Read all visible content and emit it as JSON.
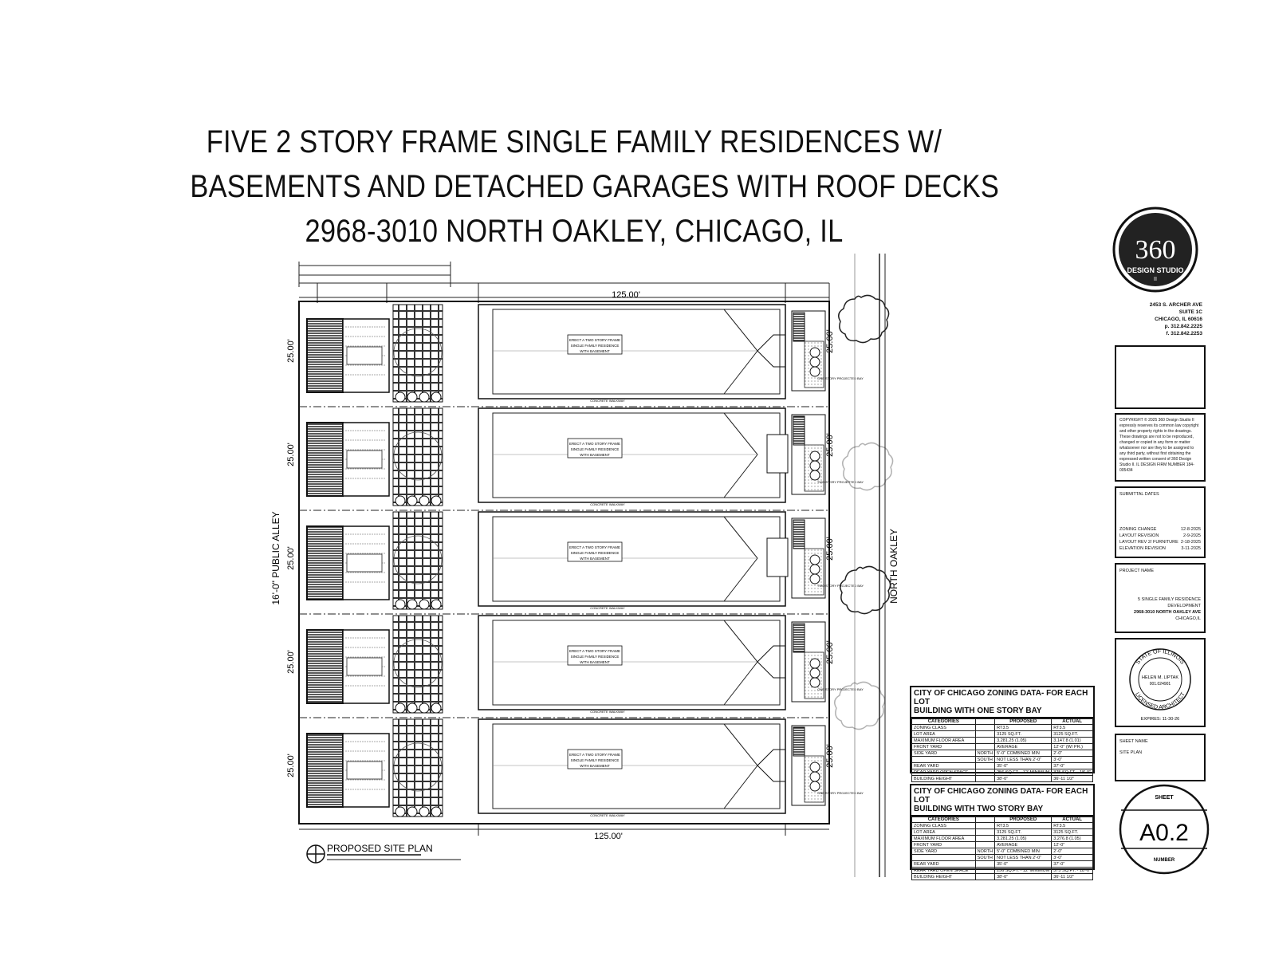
{
  "title": {
    "line1": "FIVE 2 STORY FRAME SINGLE FAMILY RESIDENCES W/",
    "line2": "BASEMENTS AND DETACHED GARAGES WITH ROOF DECKS",
    "line3": "2968-3010 NORTH OAKLEY,  CHICAGO, IL"
  },
  "plan": {
    "dim_top": "125.00'",
    "dim_bottom": "125.00'",
    "lot_width": "25.00'",
    "alley_label": "16'-0\" PUBLIC ALLEY",
    "street_label": "NORTH OAKLEY",
    "caption": "PROPOSED SITE PLAN",
    "walk_label": "CONCRETE WALKWAY",
    "house_label_1": "ERECT A TWO STORY FRAME",
    "house_label_2": "SINGLE FAMILY RESIDENCE",
    "house_label_3": "WITH BASEMENT",
    "bay_one": "ONE STORY PROJECTED BAY",
    "bay_two": "TWO STORY PROJECTED BAY"
  },
  "firm": {
    "logo_text": "360",
    "name": "DESIGN STUDIO",
    "suffix": "II",
    "addr1": "2453 S. ARCHER AVE",
    "addr2": "SUITE 1C",
    "addr3": "CHICAGO, IL 60616",
    "phone": "p. 312.842.2225",
    "fax": "f. 312.842.2253"
  },
  "copyright": "COPYRIGHT © 2025 360 Design Studio II expressly reserves its common law copyright and other property rights in the drawings. These drawings are not to be reproduced, changed or copied in any form or matter whatsoever nor are they to be assigned to any third party, without first obtaining the expressed written consent of 360 Design Studio II. IL DESIGN FIRM NUMBER 184-005434",
  "dates": {
    "heading": "SUBMITTAL DATES",
    "rows": [
      {
        "label": "ZONING CHANGE",
        "date": "12-8-2025"
      },
      {
        "label": "LAYOUT REVISION",
        "date": "2-9-2025"
      },
      {
        "label": "LAYOUT REV 2/ FURNITURE",
        "date": "2-18-2025"
      },
      {
        "label": "ELEVATION REVISION",
        "date": "3-11-2025"
      }
    ]
  },
  "project": {
    "heading": "PROJECT NAME",
    "line1": "5 SINGLE FAMILY RESIDENCE",
    "line2": "DEVELOPMENT",
    "line3": "2968-3010 NORTH OAKLEY AVE",
    "line4": "CHICAGO,IL"
  },
  "seal": {
    "ring_top": "STATE OF ILLINOIS",
    "name": "HELEN M. LIPTAK",
    "number": "001.024901",
    "ring_bottom": "LICENSED ARCHITECT",
    "expires": "EXPIRES: 11-30-26"
  },
  "sheet": {
    "name_heading": "SHEET NAME",
    "name": "SITE PLAN",
    "label_top": "SHEET",
    "number": "A0.2",
    "label_bottom": "NUMBER"
  },
  "zoning_one": {
    "title1": "CITY OF CHICAGO ZONING DATA- FOR EACH LOT",
    "title2": "BUILDING WITH ONE STORY BAY",
    "headers": [
      "CATEGORIES",
      "",
      "PROPOSED",
      "ACTUAL"
    ],
    "rows": [
      [
        "ZONING CLASS",
        "",
        "RT3.5",
        "RT3.5"
      ],
      [
        "LOT AREA",
        "",
        "3125 SQ.FT.",
        "3125 SQ.FT."
      ],
      [
        "MAXIMUM FLOOR AREA",
        "",
        "3,281.25 (1.05)",
        "3,147.8 (1.01)"
      ],
      [
        "FRONT YARD",
        "",
        "AVERAGE",
        "12'-0\" (W/ PR.)"
      ],
      [
        "SIDE YARD",
        "NORTH",
        "5'-0\" COMBINED MIN",
        "2'-0\""
      ],
      [
        "",
        "SOUTH",
        "NOT LESS THAN 2'-0\"",
        "3'-0\""
      ],
      [
        "REAR YARD",
        "",
        "35'-0\"",
        "37'-0\""
      ],
      [
        "REAR YARD OPEN SPACE",
        "",
        "256 SQ.FT. - 12' MINIMUM",
        "375 SQ.FT. - 18'-0\""
      ],
      [
        "BUILDING HEIGHT",
        "",
        "38'-0\"",
        "36'-11 1/2\""
      ]
    ]
  },
  "zoning_two": {
    "title1": "CITY OF CHICAGO ZONING DATA- FOR EACH LOT",
    "title2": "BUILDING WITH TWO STORY BAY",
    "headers": [
      "CATEGORIES",
      "",
      "PROPOSED",
      "ACTUAL"
    ],
    "rows": [
      [
        "ZONING CLASS",
        "",
        "RT3.5",
        "RT3.5"
      ],
      [
        "LOT AREA",
        "",
        "3125 SQ.FT.",
        "3125 SQ.FT."
      ],
      [
        "MAXIMUM FLOOR AREA",
        "",
        "3,281.25 (1.05)",
        "3,276.8 (1.05)"
      ],
      [
        "FRONT YARD",
        "",
        "AVERAGE",
        "12'-0\""
      ],
      [
        "SIDE YARD",
        "NORTH",
        "5'-0\" COMBINED MIN",
        "2'-0\""
      ],
      [
        "",
        "SOUTH",
        "NOT LESS THAN 2'-0\"",
        "3'-0\""
      ],
      [
        "REAR YARD",
        "",
        "35'-0\"",
        "37'-0\""
      ],
      [
        "REAR YARD OPEN SPACE",
        "",
        "256 SQ.FT. - 12' MINIMUM",
        "375 SQ.FT. - 18'-0\""
      ],
      [
        "BUILDING HEIGHT",
        "",
        "38'-0\"",
        "36'-11 1/2\""
      ]
    ]
  }
}
